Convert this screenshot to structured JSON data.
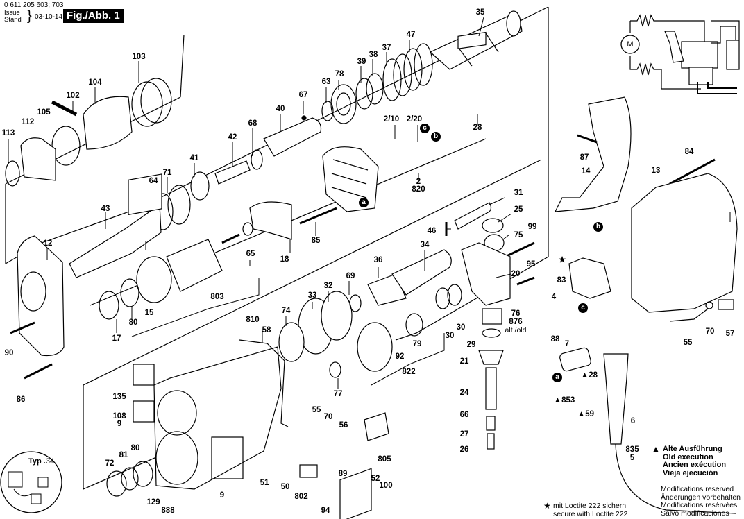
{
  "header": {
    "part_number": "0 611 205 603; 703",
    "issue_label_1": "Issue",
    "issue_label_2": "Stand",
    "date": "03-10-14",
    "figure_label": "Fig./Abb. 1"
  },
  "legend": {
    "old_execution_marker": "▲",
    "old_execution": [
      "Alte Ausführung",
      "Old execution",
      "Ancien exécution",
      "Vieja ejecución"
    ],
    "modifications": [
      "Modifications reserved",
      "Änderungen vorbehalten",
      "Modifications resérvées",
      "Salvo modificaciones"
    ],
    "loctite_marker": "★",
    "loctite": [
      "mit Loctite 222 sichern",
      "secure with Loctite 222"
    ]
  },
  "inset": {
    "typ_label": "Typ .",
    "typ_number": "34"
  },
  "schematic": {
    "motor_label": "M"
  },
  "connector_badges": {
    "a": "a",
    "b": "b",
    "c": "c"
  },
  "part_labels": [
    "35",
    "47",
    "37",
    "38",
    "39",
    "78",
    "63",
    "67",
    "40",
    "68",
    "42",
    "41",
    "71",
    "64",
    "43",
    "103",
    "104",
    "102",
    "105",
    "112",
    "113",
    "2/10",
    "2/20",
    "28",
    "2",
    "820",
    "31",
    "25",
    "46",
    "99",
    "75",
    "34",
    "36",
    "69",
    "32",
    "33",
    "74",
    "810",
    "58",
    "20",
    "95",
    "76",
    "876",
    "alt /old",
    "30",
    "30",
    "79",
    "29",
    "21",
    "92",
    "822",
    "24",
    "77",
    "66",
    "27",
    "26",
    "55",
    "70",
    "56",
    "805",
    "52",
    "100",
    "89",
    "94",
    "802",
    "50",
    "51",
    "135",
    "108",
    "9",
    "72",
    "81",
    "80",
    "129",
    "888",
    "9",
    "12",
    "90",
    "86",
    "17",
    "80",
    "15",
    "803",
    "65",
    "18",
    "85",
    "87",
    "14",
    "84",
    "13",
    "83",
    "4",
    "88",
    "7",
    "▲28",
    "▲853",
    "▲59",
    "6",
    "835",
    "5",
    "55",
    "70",
    "57"
  ]
}
